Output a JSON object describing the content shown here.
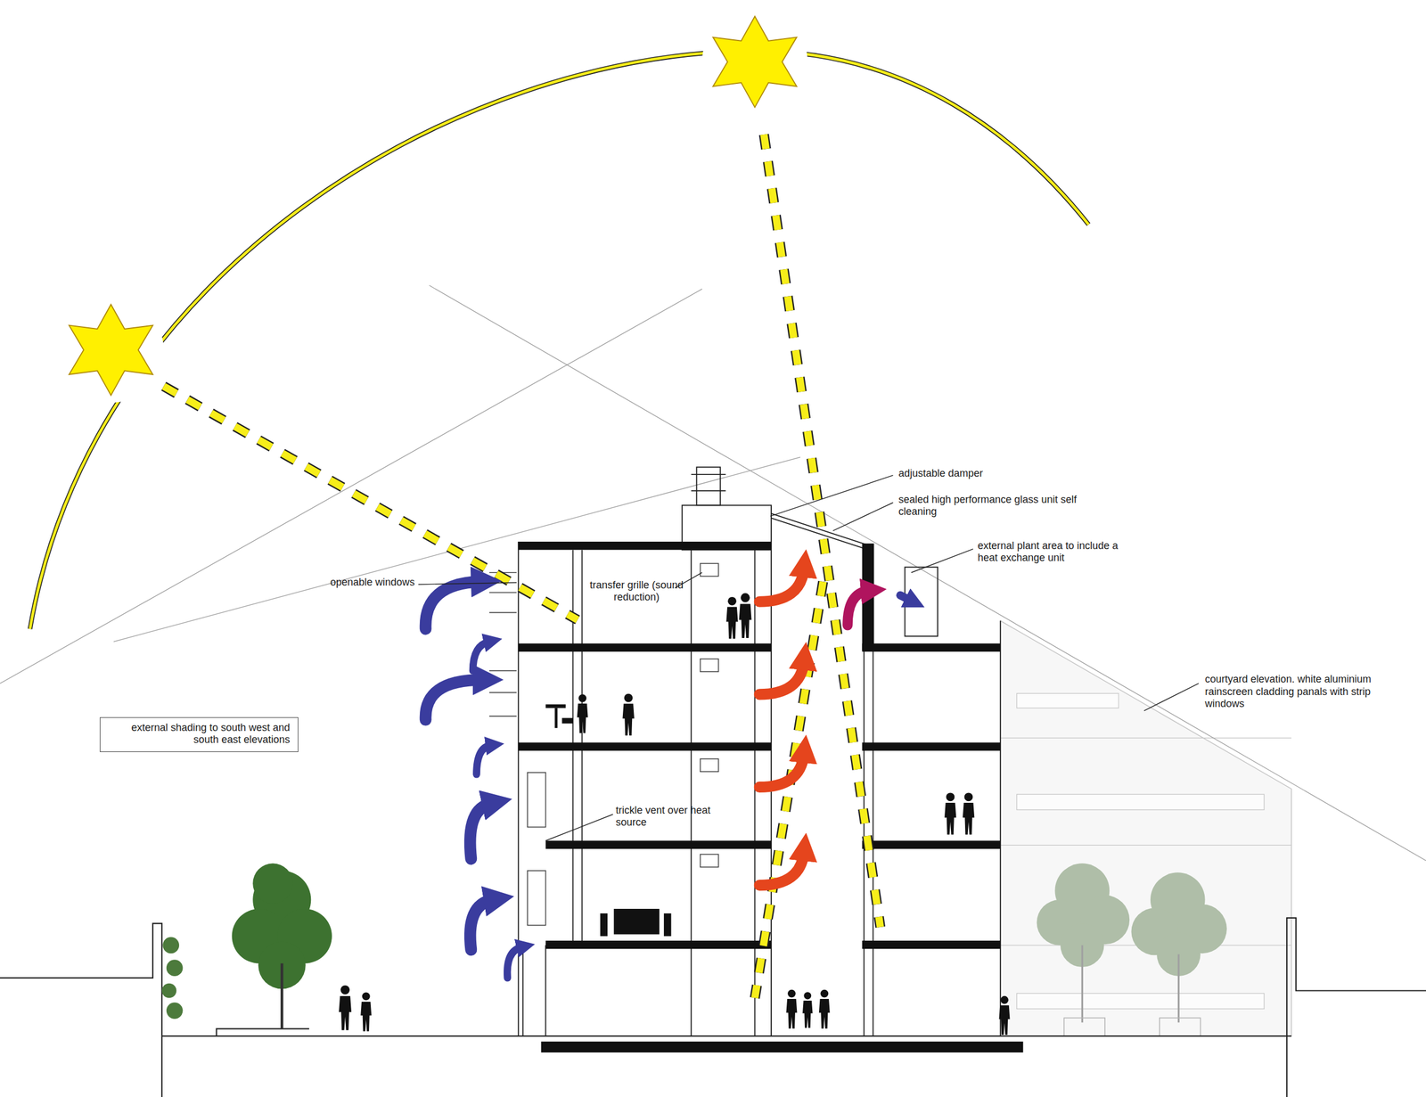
{
  "diagram": {
    "nodes": [
      {
        "text": [
          "external shading to south west and south east elevations"
        ]
      }
    ],
    "labels": [
      "adjustable damper",
      "sealed high performance glass unit self cleaning",
      "external plant area to include a heat exchange unit",
      "openable windows",
      "transfer grille (sound reduction)",
      "courtyard elevation. white aluminium rainscreen cladding panals with strip windows",
      "trickle vent over heat source"
    ]
  }
}
